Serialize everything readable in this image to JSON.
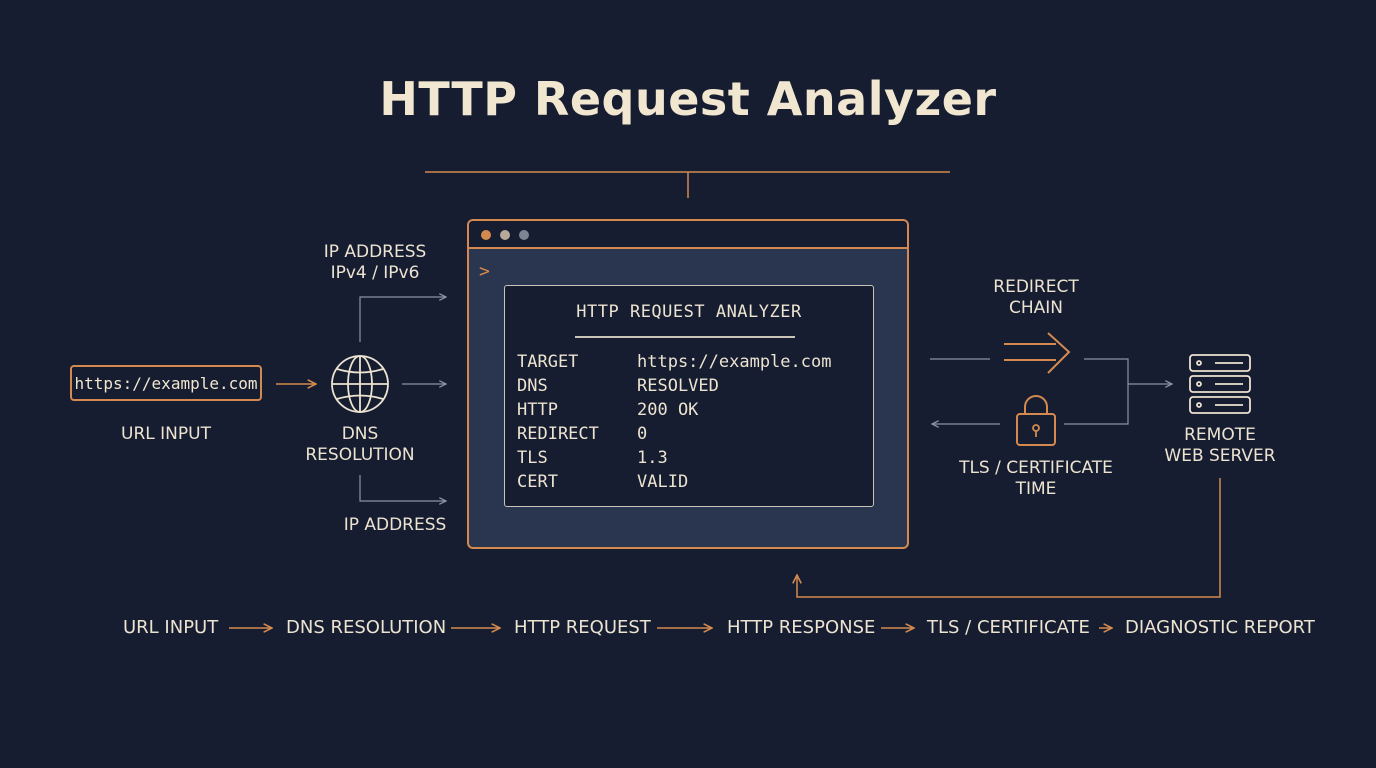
{
  "title": "HTTP Request Analyzer",
  "url_input": {
    "value": "https://example.com",
    "label": "URL INPUT"
  },
  "dns": {
    "label_line1": "DNS",
    "label_line2": "RESOLUTION",
    "ip_top_line1": "IP ADDRESS",
    "ip_top_line2": "IPv4 / IPv6",
    "ip_bottom": "IP ADDRESS"
  },
  "terminal": {
    "prompt": ">",
    "panel_title": "HTTP REQUEST ANALYZER",
    "rows": [
      {
        "key": "TARGET",
        "value": "https://example.com"
      },
      {
        "key": "DNS",
        "value": "RESOLVED"
      },
      {
        "key": "HTTP",
        "value": "200 OK"
      },
      {
        "key": "REDIRECT",
        "value": "0"
      },
      {
        "key": "TLS",
        "value": "1.3"
      },
      {
        "key": "CERT",
        "value": "VALID"
      }
    ]
  },
  "redirect": {
    "line1": "REDIRECT",
    "line2": "CHAIN"
  },
  "tls": {
    "line1": "TLS / CERTIFICATE",
    "line2": "TIME"
  },
  "server": {
    "line1": "REMOTE",
    "line2": "WEB SERVER"
  },
  "flow": [
    "URL INPUT",
    "DNS RESOLUTION",
    "HTTP REQUEST",
    "HTTP RESPONSE",
    "TLS / CERTIFICATE",
    "DIAGNOSTIC REPORT"
  ],
  "colors": {
    "background": "#161d31",
    "accent": "#d48a4e",
    "text": "#ece3d0",
    "connector": "#8a93a6"
  },
  "icons": [
    "globe-icon",
    "server-icon",
    "lock-icon",
    "double-arrow-icon"
  ]
}
